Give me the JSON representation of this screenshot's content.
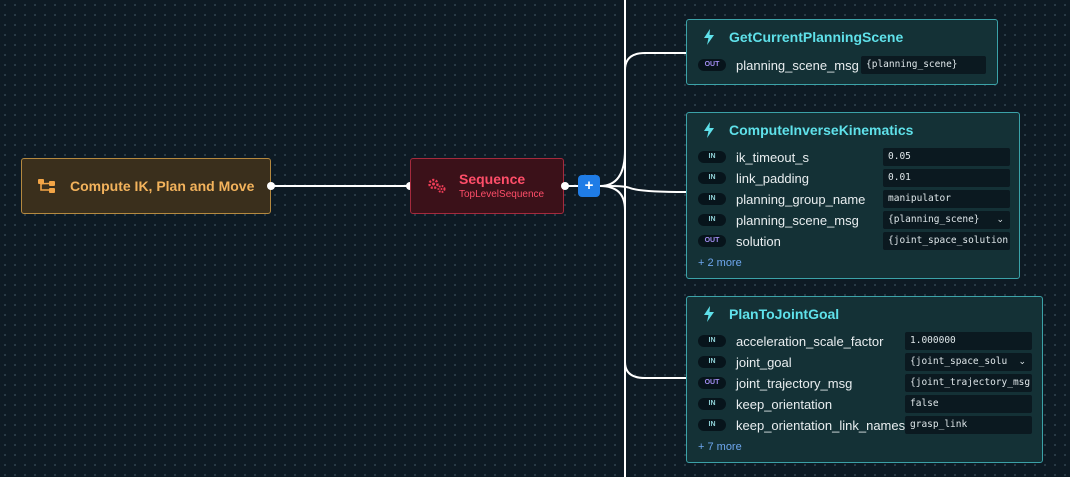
{
  "root": {
    "title": "Compute IK, Plan and Move",
    "icon": "tree-branch-icon",
    "color": "#f3b35c"
  },
  "sequence": {
    "title": "Sequence",
    "subtitle": "TopLevelSequence",
    "icon": "gears-icon",
    "color": "#ff4e69"
  },
  "add_button": {
    "label": "+"
  },
  "actions": [
    {
      "name": "GetCurrentPlanningScene",
      "icon": "lightning-icon",
      "ports": [
        {
          "dir": "OUT",
          "name": "planning_scene_msg",
          "value": "{planning_scene}",
          "dropdown": false
        }
      ],
      "more": ""
    },
    {
      "name": "ComputeInverseKinematics",
      "icon": "lightning-icon",
      "ports": [
        {
          "dir": "IN",
          "name": "ik_timeout_s",
          "value": "0.05",
          "dropdown": false
        },
        {
          "dir": "IN",
          "name": "link_padding",
          "value": "0.01",
          "dropdown": false
        },
        {
          "dir": "IN",
          "name": "planning_group_name",
          "value": "manipulator",
          "dropdown": false
        },
        {
          "dir": "IN",
          "name": "planning_scene_msg",
          "value": "{planning_scene}",
          "dropdown": true
        },
        {
          "dir": "OUT",
          "name": "solution",
          "value": "{joint_space_solution",
          "dropdown": false
        }
      ],
      "more": "+ 2 more"
    },
    {
      "name": "PlanToJointGoal",
      "icon": "lightning-icon",
      "ports": [
        {
          "dir": "IN",
          "name": "acceleration_scale_factor",
          "value": "1.000000",
          "dropdown": false
        },
        {
          "dir": "IN",
          "name": "joint_goal",
          "value": "{joint_space_solu",
          "dropdown": true
        },
        {
          "dir": "OUT",
          "name": "joint_trajectory_msg",
          "value": "{joint_trajectory_msg",
          "dropdown": false
        },
        {
          "dir": "IN",
          "name": "keep_orientation",
          "value": "false",
          "dropdown": false
        },
        {
          "dir": "IN",
          "name": "keep_orientation_link_names",
          "value": "grasp_link",
          "dropdown": false
        }
      ],
      "more": "+ 7 more"
    }
  ]
}
